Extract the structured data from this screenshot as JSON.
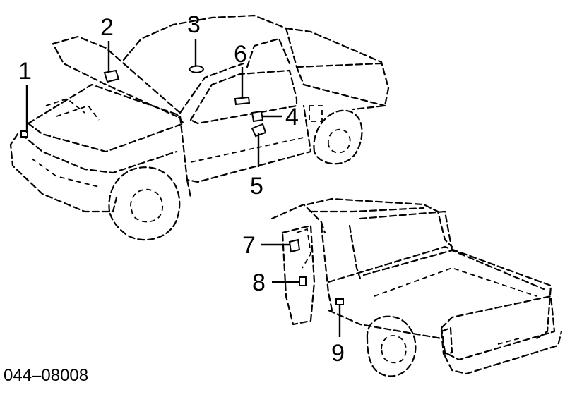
{
  "callouts": [
    {
      "id": "1",
      "label": "1"
    },
    {
      "id": "2",
      "label": "2"
    },
    {
      "id": "3",
      "label": "3"
    },
    {
      "id": "4",
      "label": "4"
    },
    {
      "id": "5",
      "label": "5"
    },
    {
      "id": "6",
      "label": "6"
    },
    {
      "id": "7",
      "label": "7"
    },
    {
      "id": "8",
      "label": "8"
    },
    {
      "id": "9",
      "label": "9"
    }
  ],
  "diagram_code": "044–08008"
}
